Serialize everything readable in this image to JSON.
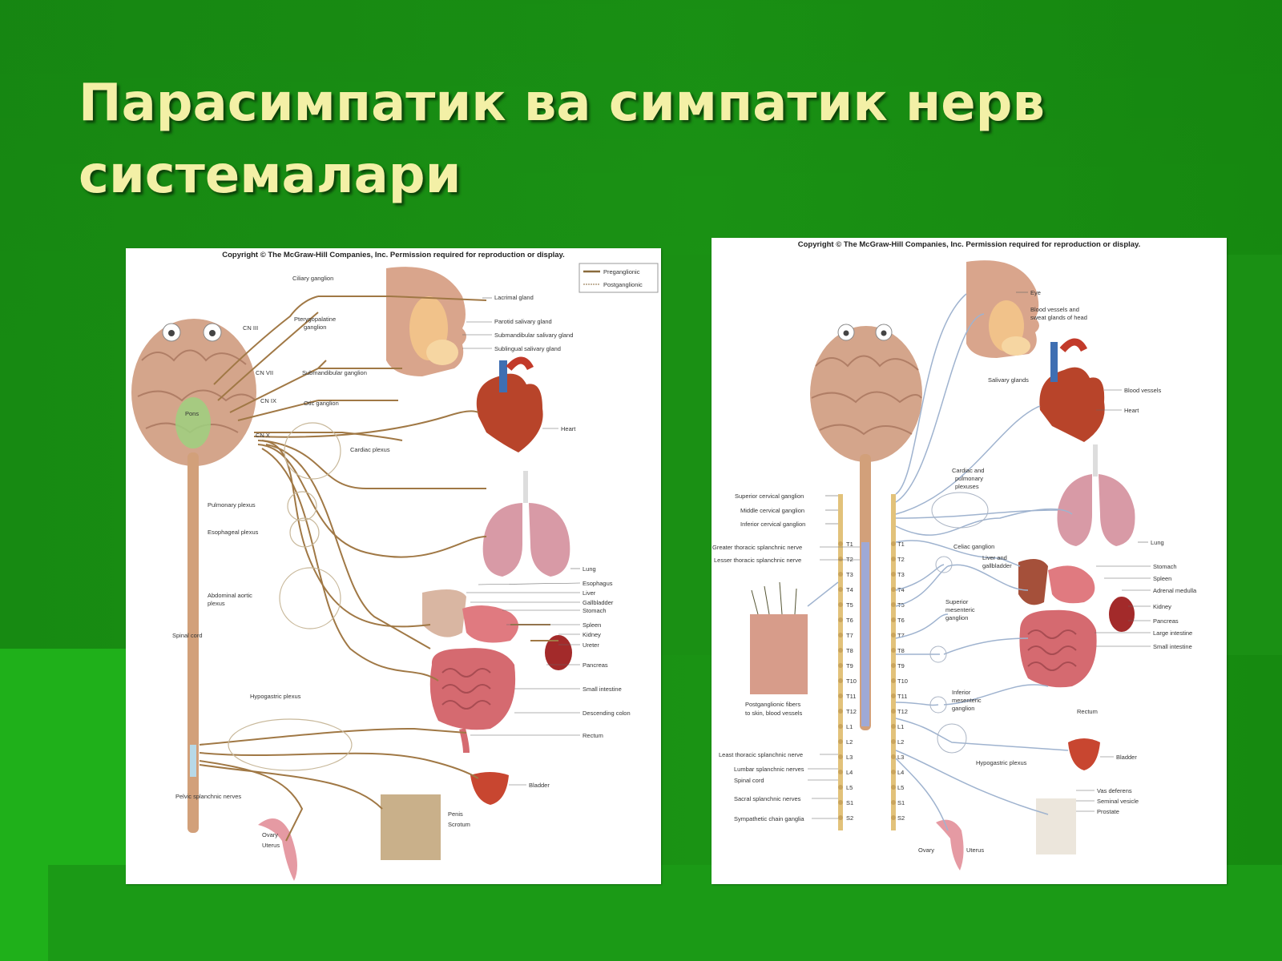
{
  "slide": {
    "title": "Парасимпатик ва симпатик нерв системалари"
  },
  "left_figure": {
    "copyright": "Copyright © The McGraw-Hill Companies, Inc. Permission required for reproduction or display.",
    "legend": [
      "Preganglionic",
      "Postganglionic"
    ],
    "labels": {
      "ciliary_ganglion": "Ciliary ganglion",
      "cn_iii": "CN III",
      "pterygopalatine": "Pterygopalatine",
      "ganglion": "ganglion",
      "lacrimal_gland": "Lacrimal gland",
      "parotid": "Parotid salivary gland",
      "submandibular_gland": "Submandibular salivary gland",
      "sublingual": "Sublingual salivary gland",
      "cn_vii": "CN VII",
      "submandibular_ganglion": "Submandibular ganglion",
      "cn_ix": "CN IX",
      "otic_ganglion": "Otic ganglion",
      "pons": "Pons",
      "cn_x": "CN X",
      "cardiac_plexus": "Cardiac plexus",
      "heart": "Heart",
      "pulmonary_plexus": "Pulmonary plexus",
      "esophageal_plexus": "Esophageal plexus",
      "lung": "Lung",
      "abdominal_aortic": "Abdominal aortic",
      "plexus": "plexus",
      "esophagus": "Esophagus",
      "liver": "Liver",
      "gallbladder": "Gallbladder",
      "stomach": "Stomach",
      "spleen": "Spleen",
      "kidney": "Kidney",
      "ureter": "Ureter",
      "spinal_cord": "Spinal cord",
      "pancreas": "Pancreas",
      "small_intestine": "Small intestine",
      "hypogastric_plexus": "Hypogastric plexus",
      "descending_colon": "Descending colon",
      "rectum": "Rectum",
      "pelvic_splanchnic": "Pelvic splanchnic nerves",
      "bladder": "Bladder",
      "penis": "Penis",
      "scrotum": "Scrotum",
      "ovary": "Ovary",
      "uterus": "Uterus"
    }
  },
  "right_figure": {
    "copyright": "Copyright © The McGraw-Hill Companies, Inc. Permission required for reproduction or display.",
    "labels": {
      "eye": "Eye",
      "blood_vessels_head_1": "Blood vessels and",
      "blood_vessels_head_2": "sweat glands of head",
      "salivary_glands": "Salivary glands",
      "blood_vessels": "Blood vessels",
      "heart": "Heart",
      "cardiac_pulmonary_1": "Cardiac and",
      "cardiac_pulmonary_2": "pulmonary",
      "cardiac_pulmonary_3": "plexuses",
      "lung": "Lung",
      "superior_cervical": "Superior cervical ganglion",
      "middle_cervical": "Middle cervical ganglion",
      "inferior_cervical": "Inferior cervical ganglion",
      "greater_thoracic": "Greater thoracic splanchnic nerve",
      "lesser_thoracic": "Lesser thoracic splanchnic nerve",
      "celiac_ganglion": "Celiac ganglion",
      "liver_gb_1": "Liver and",
      "liver_gb_2": "gallbladder",
      "stomach": "Stomach",
      "spleen": "Spleen",
      "adrenal": "Adrenal medulla",
      "kidney": "Kidney",
      "pancreas": "Pancreas",
      "large_intestine": "Large intestine",
      "small_intestine": "Small intestine",
      "superior_mesenteric_1": "Superior",
      "superior_mesenteric_2": "mesenteric",
      "superior_mesenteric_3": "ganglion",
      "inferior_mesenteric_1": "Inferior",
      "inferior_mesenteric_2": "mesenteric",
      "inferior_mesenteric_3": "ganglion",
      "rectum": "Rectum",
      "postganglionic_1": "Postganglionic fibers",
      "postganglionic_2": "to skin, blood vessels",
      "least_thoracic": "Least thoracic splanchnic nerve",
      "lumbar_splanchnic": "Lumbar splanchnic nerves",
      "spinal_cord": "Spinal cord",
      "sacral_splanchnic": "Sacral splanchnic nerves",
      "sympathetic_chain": "Sympathetic chain ganglia",
      "hypogastric_plexus": "Hypogastric plexus",
      "bladder": "Bladder",
      "vas_deferens": "Vas deferens",
      "seminal_vesicle": "Seminal vesicle",
      "prostate": "Prostate",
      "ovary": "Ovary",
      "uterus": "Uterus"
    },
    "segments": [
      "T1",
      "T2",
      "T3",
      "T4",
      "T5",
      "T6",
      "T7",
      "T8",
      "T9",
      "T10",
      "T11",
      "T12",
      "L1",
      "L2",
      "L3",
      "L4",
      "L5",
      "S1",
      "S2"
    ]
  },
  "colors": {
    "background": "#1a8a14",
    "title": "#f3f0a6",
    "nerve_para": "#a07845",
    "nerve_symp": "#9fb3cf",
    "brain": "#d4a58b",
    "heart": "#b8442a",
    "lung": "#d89aa6",
    "intestine": "#d56a70",
    "liver": "#a5503a",
    "bladder": "#c84630",
    "chain": "#e2c27a"
  }
}
